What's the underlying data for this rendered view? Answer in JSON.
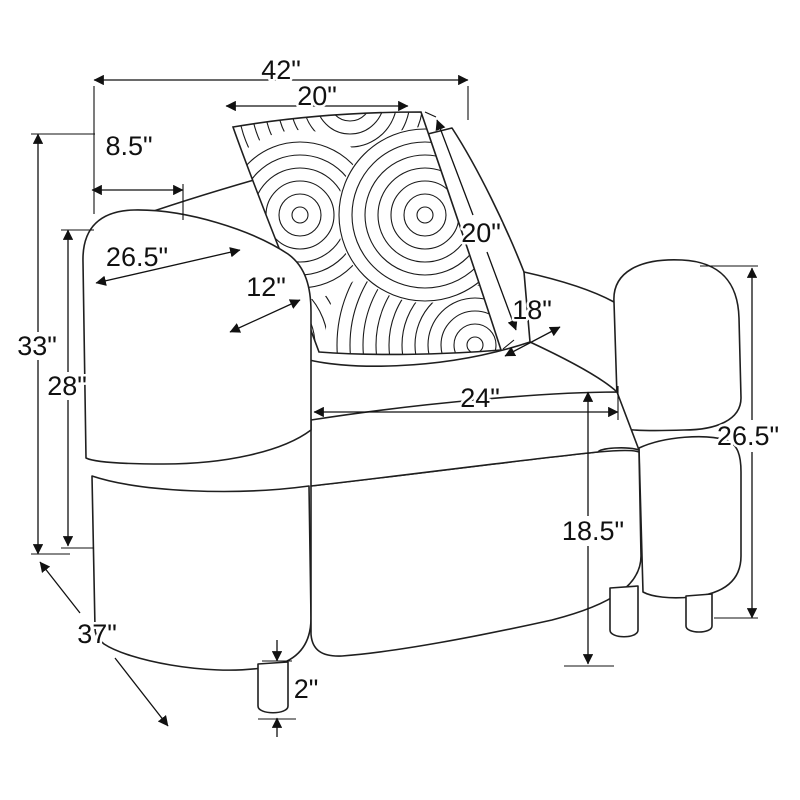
{
  "diagram": {
    "subject": "armchair-dimension-drawing",
    "units": "inches",
    "background": "#ffffff",
    "line_color": "#1f1f1f",
    "labels": {
      "overall_width": "42\"",
      "pillow_width": "20\"",
      "arm_top_depth": "8.5\"",
      "backrest_width": "26.5\"",
      "armrest_width": "12\"",
      "pillow_height": "20\"",
      "seat_depth": "18\"",
      "overall_height": "33\"",
      "arm_height": "28\"",
      "seat_width": "24\"",
      "right_side_height": "26.5\"",
      "seat_height": "18.5\"",
      "overall_depth": "37\"",
      "leg_height": "2\""
    }
  }
}
